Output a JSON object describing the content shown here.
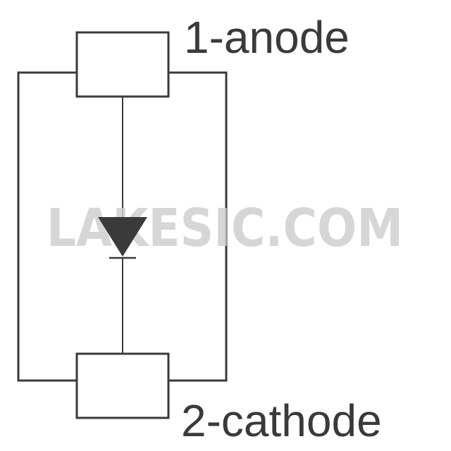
{
  "pins": {
    "anode_label": "1-anode",
    "cathode_label": "2-cathode"
  },
  "watermark": {
    "text": "LAKESIC.COM"
  },
  "colors": {
    "line": "#3a3a3a",
    "text": "#3a3a3a",
    "watermark": "#cfcfcf",
    "background": "#ffffff"
  }
}
